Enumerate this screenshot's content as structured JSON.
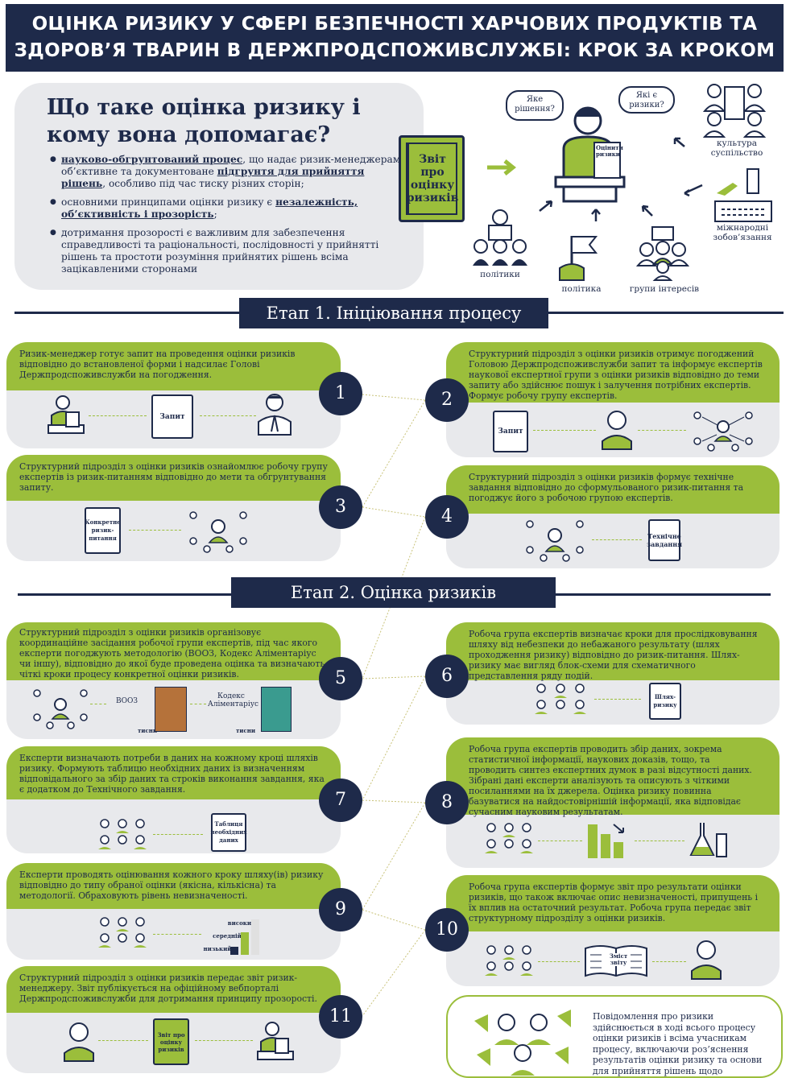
{
  "header": {
    "title_line1": "ОЦІНКА РИЗИКУ У СФЕРІ БЕЗПЕЧНОСТІ ХАРЧОВИХ ПРОДУКТІВ ТА",
    "title_line2": "ЗДОРОВ’Я ТВАРИН В ДЕРЖПРОДСПОЖИВСЛУЖБІ: КРОК ЗА КРОКОМ"
  },
  "intro": {
    "heading": "Що таке оцінка ризику і кому вона допомагає?",
    "b1_u1": "науково-обгрунтований процес",
    "b1_t1": ", що надає ризик-менеджерам об’єктивне та документоване ",
    "b1_u2": "підгрунтя для прийняття рішень",
    "b1_t2": ", особливо під час тиску різних сторін;",
    "b2_t1": "основними принципами оцінки ризику є ",
    "b2_u1": "незалежність, об’єктивність і прозорість",
    "b2_t2": ";",
    "b3": "дотримання прозорості є важливим для забезпечення справедливості та раціональності, послідовності у прийнятті рішень та простоти розуміння прийнятих рішень всіма зацікавленими сторонами"
  },
  "book_label": "Звіт про оцінку ризиків",
  "influence": {
    "bubble1": "Яке рішення?",
    "bubble2": "Які є ризики?",
    "doc": "Оцінити ризики",
    "culture": "культура суспільство",
    "intl": "міжнародні зобов’язання",
    "politicians": "політики",
    "policy": "політика",
    "interest": "групи інтересів"
  },
  "stage1": "Етап 1. Ініціювання процесу",
  "stage2": "Етап 2. Оцінка ризиків",
  "steps": {
    "s1": {
      "num": "1",
      "text": "Ризик-менеджер готує запит на проведення оцінки ризиків відповідно до встановленої форми і надсилає Голові Держпродспоживслужби на погодження.",
      "doc": "Запит"
    },
    "s2": {
      "num": "2",
      "text": "Структурний підрозділ з оцінки ризиків отримує погоджений Головою Держпродспоживслужби запит та інформує експертів наукової експертної групи з оцінки ризиків відповідно до теми запиту або здійснює пошук і залучення потрібних експертів. Формує робочу групу експертів.",
      "doc": "Запит"
    },
    "s3": {
      "num": "3",
      "text": "Структурний підрозділ з оцінки ризиків ознайомлює робочу групу експертів із ризик-питанням відповідно до мети та обгрунтування запиту.",
      "doc": "Конкретне ризик-питання"
    },
    "s4": {
      "num": "4",
      "text": "Структурний підрозділ з оцінки ризиків формує технічне завдання відповідно до сформульованого ризик-питання та погоджує його з робочою групою експертів.",
      "doc": "Технічне завдання"
    },
    "s5": {
      "num": "5",
      "text": "Структурний підрозділ з оцінки ризиків організовує координаційне засідання робочої групи експертів, під час якого експерти погоджують методологію (ВООЗ, Кодекс Аліментаріус чи іншу), відповідно до якої буде проведена оцінка та визначають чіткі кроки процесу конкретної оцінки ризиків.",
      "who": "ВООЗ",
      "codex": "Кодекс Аліментаріус",
      "click1": "тисни",
      "click2": "тисни"
    },
    "s6": {
      "num": "6",
      "text": "Робоча група експертів визначає кроки для прослідковування шляху від небезпеки до небажаного результату (шлях проходження ризику) відповідно до ризик-питання. Шлях-ризику має вигляд блок-схеми для схематичного представлення ряду подій.",
      "doc": "Шлях-ризику"
    },
    "s7": {
      "num": "7",
      "text": "Експерти визначають потреби в даних на кожному кроці шляхів ризику. Формують таблицю необхідних даних із визначенням відповідального за збір даних та строків виконання завдання, яка є додатком до Технічного завдання.",
      "doc": "Таблиця необхідних даних"
    },
    "s8": {
      "num": "8",
      "text": "Робоча група експертів проводить збір даних, зокрема статистичної інформації, наукових доказів, тощо, та проводить синтез експертних думок в разі відсутності даних. Зібрані дані експерти аналізують та описують з чіткими посиланнями на їх джерела. Оцінка ризику повинна базуватися на найдостовірнішій інформації, яка відповідає сучасним науковим результатам."
    },
    "s9": {
      "num": "9",
      "text": "Експерти проводять оцінювання кожного кроку шляху(ів) ризику відповідно до типу обраної оцінки (якісна, кількісна) та методології. Обраховують рівень невизначеності.",
      "high": "високий",
      "mid": "середній",
      "low": "низький"
    },
    "s10": {
      "num": "10",
      "text": "Робоча група експертів формує звіт про результати оцінки ризиків, що також включає опис невизначеності, припущень і їх вплив на остаточний результат. Робоча група передає звіт структурному підрозділу з оцінки ризиків.",
      "doc": "Зміст звіту"
    },
    "s11": {
      "num": "11",
      "text": "Структурний підрозділ з оцінки ризиків передає звіт ризик-менеджеру. Звіт публікується на офіційному вебпорталі Держпродспоживслужби для дотримання принципу прозорості.",
      "doc": "Звіт про оцінку ризиків"
    }
  },
  "final_note": "Повідомлення про ризики здійснюється в ході всього процесу оцінки ризиків і всіма учасникам процесу, включаючи роз’яснення результатів оцінки ризику та основи для прийняття рішень щодо управління ризиками."
}
